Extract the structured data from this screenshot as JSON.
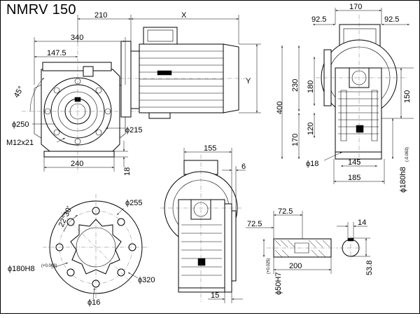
{
  "title": "NMRV 150",
  "dims": {
    "d210": "210",
    "dX": "X",
    "d340": "340",
    "d147_5": "147.5",
    "d45": "45°",
    "dY": "Y",
    "d250": "ϕ250",
    "d215": "ϕ215",
    "m12": "M12x21",
    "d240": "240",
    "d18a": "18",
    "d170top": "170",
    "d92_5a": "92.5",
    "d92_5b": "92.5",
    "d400": "400",
    "d230": "230",
    "d180": "180",
    "d120": "120",
    "d170side": "170",
    "d150": "150",
    "phi18": "ϕ18",
    "d145": "145",
    "d185": "185",
    "d180h8": "ϕ180h8",
    "d180h8tol": "(-0.063)",
    "d155": "155",
    "d6": "6",
    "d22_30": "22°30'",
    "d255": "ϕ255",
    "d180H8": "ϕ180H8",
    "d180H8tol": "(+0.063)",
    "d320": "ϕ320",
    "d16": "ϕ16",
    "d15": "15",
    "d72_5a": "72.5",
    "d72_5b": "72.5",
    "d14": "14",
    "d200": "200",
    "d53_8": "53.8",
    "d50H7": "ϕ50H7",
    "d50H7tol": "(+0.025)"
  }
}
